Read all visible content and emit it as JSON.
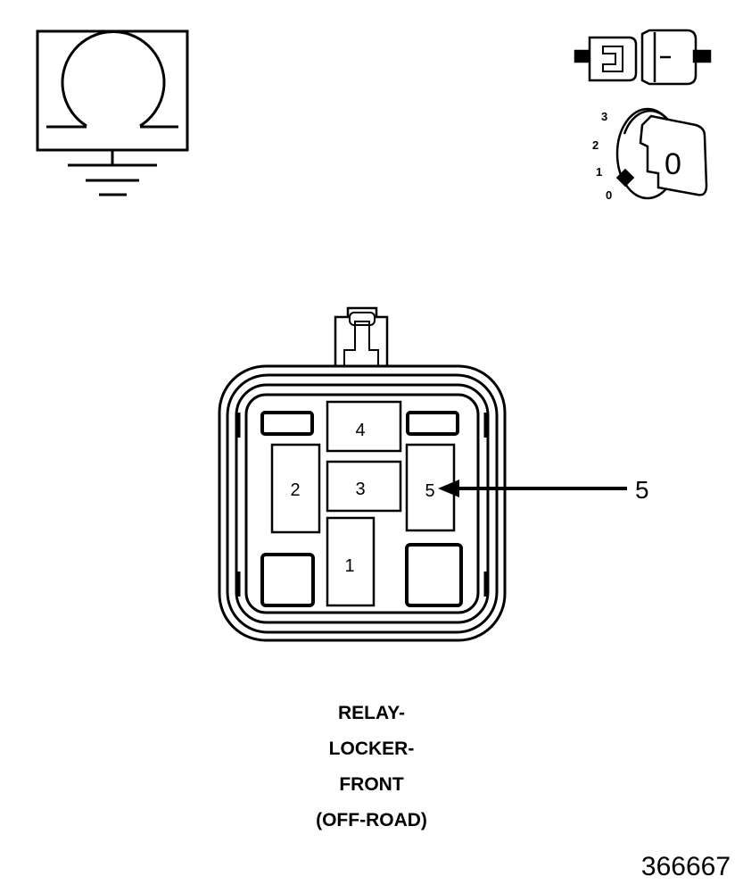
{
  "ohmmeter_icon": {
    "name": "ohm-meter-ground-icon"
  },
  "connector_icon": {
    "name": "connector-disconnected-icon"
  },
  "ignition": {
    "icon": "ignition-key-switch-icon",
    "positions": [
      "3",
      "2",
      "1",
      "0"
    ],
    "key_label": "0"
  },
  "connector": {
    "cavities": [
      {
        "id": "4",
        "label": "4"
      },
      {
        "id": "2",
        "label": "2"
      },
      {
        "id": "3",
        "label": "3"
      },
      {
        "id": "5",
        "label": "5"
      },
      {
        "id": "1",
        "label": "1"
      }
    ],
    "callout": {
      "label": "5",
      "target": "5"
    }
  },
  "caption": [
    "RELAY-",
    "LOCKER-",
    "FRONT",
    "(OFF-ROAD)"
  ],
  "figure_number": "366667"
}
